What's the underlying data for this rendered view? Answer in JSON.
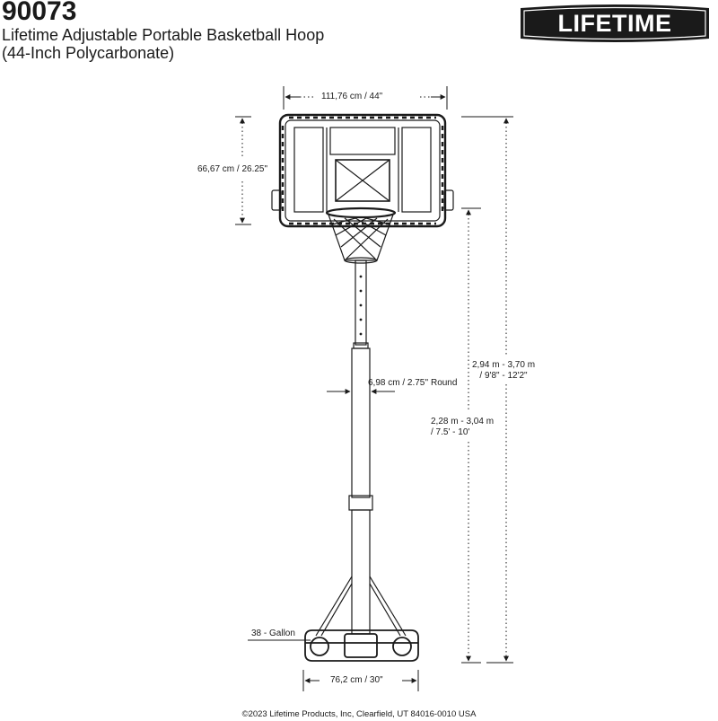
{
  "header": {
    "model_number": "90073",
    "title_line1": "Lifetime Adjustable Portable Basketball Hoop",
    "title_line2": "(44-Inch Polycarbonate)",
    "brand_logo_text": "LIFETIME"
  },
  "dimensions": {
    "backboard_width": "111,76 cm / 44\"",
    "backboard_height": "66,67 cm / 26.25\"",
    "pole_diameter": "6,98 cm / 2.75'' Round",
    "backboard_top_height_line1": "2,94 m - 3,70 m",
    "backboard_top_height_line2": "/ 9'8\" - 12'2\"",
    "rim_height_line1": "2,28 m - 3,04 m",
    "rim_height_line2": "/  7.5' - 10'",
    "base_capacity": "38 - Gallon",
    "base_width": "76,2 cm / 30\""
  },
  "footer": {
    "copyright": "©2023 Lifetime Products, Inc, Clearfield, UT 84016-0010 USA"
  },
  "colors": {
    "line": "#1a1a1a",
    "logo_background": "#1a1a1a",
    "logo_text": "#ffffff"
  }
}
